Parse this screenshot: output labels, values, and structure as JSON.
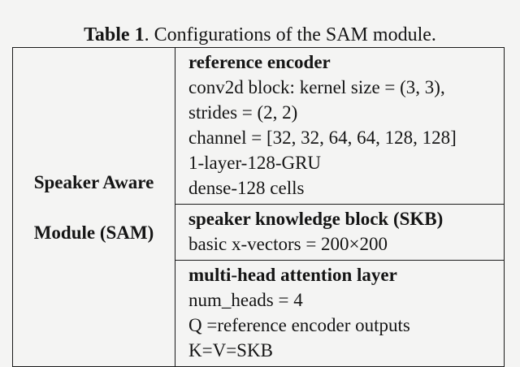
{
  "caption": {
    "label": "Table 1",
    "text": ". Configurations of the SAM module."
  },
  "module": {
    "name_line1": "Speaker Aware",
    "name_line2": "Module (SAM)"
  },
  "sections": [
    {
      "heading": "reference encoder",
      "lines": [
        "conv2d block: kernel size = (3, 3),",
        "strides = (2, 2)",
        "channel = [32, 32, 64, 64, 128, 128]",
        "1-layer-128-GRU",
        "dense-128 cells"
      ]
    },
    {
      "heading": "speaker knowledge block (SKB)",
      "lines": [
        "basic x-vectors = 200×200"
      ]
    },
    {
      "heading": "multi-head attention layer",
      "lines": [
        "num_heads = 4",
        "Q =reference encoder outputs",
        "K=V=SKB"
      ]
    }
  ]
}
